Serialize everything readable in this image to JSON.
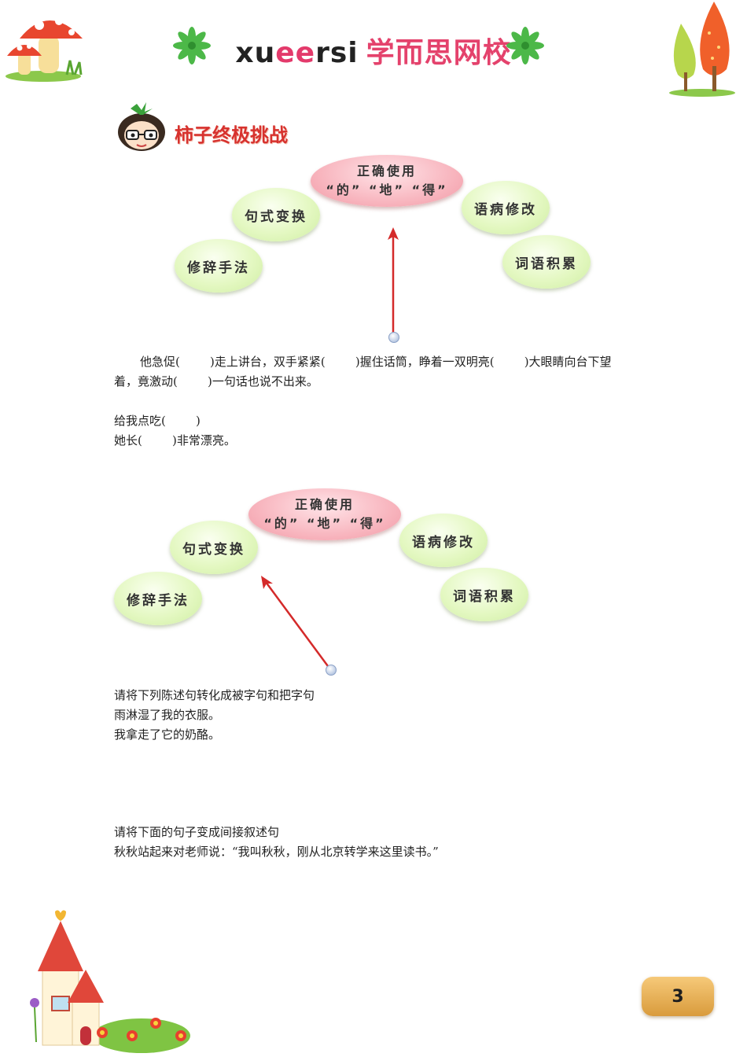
{
  "header": {
    "brand_en_1": "xu",
    "brand_en_2": "ee",
    "brand_en_3": "rsi",
    "brand_cn": "学而思网校"
  },
  "section": {
    "title": "柿子终极挑战"
  },
  "diagram": {
    "center_line1": "正确使用",
    "center_line2": "“的”  “地”  “得”",
    "left_top": "句式变换",
    "left_bottom": "修辞手法",
    "right_top": "语病修改",
    "right_bottom": "词语积累"
  },
  "exercise1": {
    "line1": "他急促(        )走上讲台，双手紧紧(        )握住话筒，睁着一双明亮(        )大眼睛向台下望",
    "line2": "着，竟激动(        )一句话也说不出来。",
    "line3": "给我点吃(        )",
    "line4": "她长(        )非常漂亮。"
  },
  "exercise2": {
    "line1": "请将下列陈述句转化成被字句和把字句",
    "line2": "雨淋湿了我的衣服。",
    "line3": "我拿走了它的奶酪。"
  },
  "exercise3": {
    "line1": "请将下面的句子变成间接叙述句",
    "line2": "秋秋站起来对老师说：“我叫秋秋，刚从北京转学来这里读书。”"
  },
  "footer": {
    "page_number": "3"
  },
  "colors": {
    "brand_pink": "#e4426c",
    "title_red": "#d7322e",
    "arrow_red": "#d42a2a",
    "bubble_green": "#e4f8c2",
    "bubble_pink": "#f8b6bf"
  }
}
